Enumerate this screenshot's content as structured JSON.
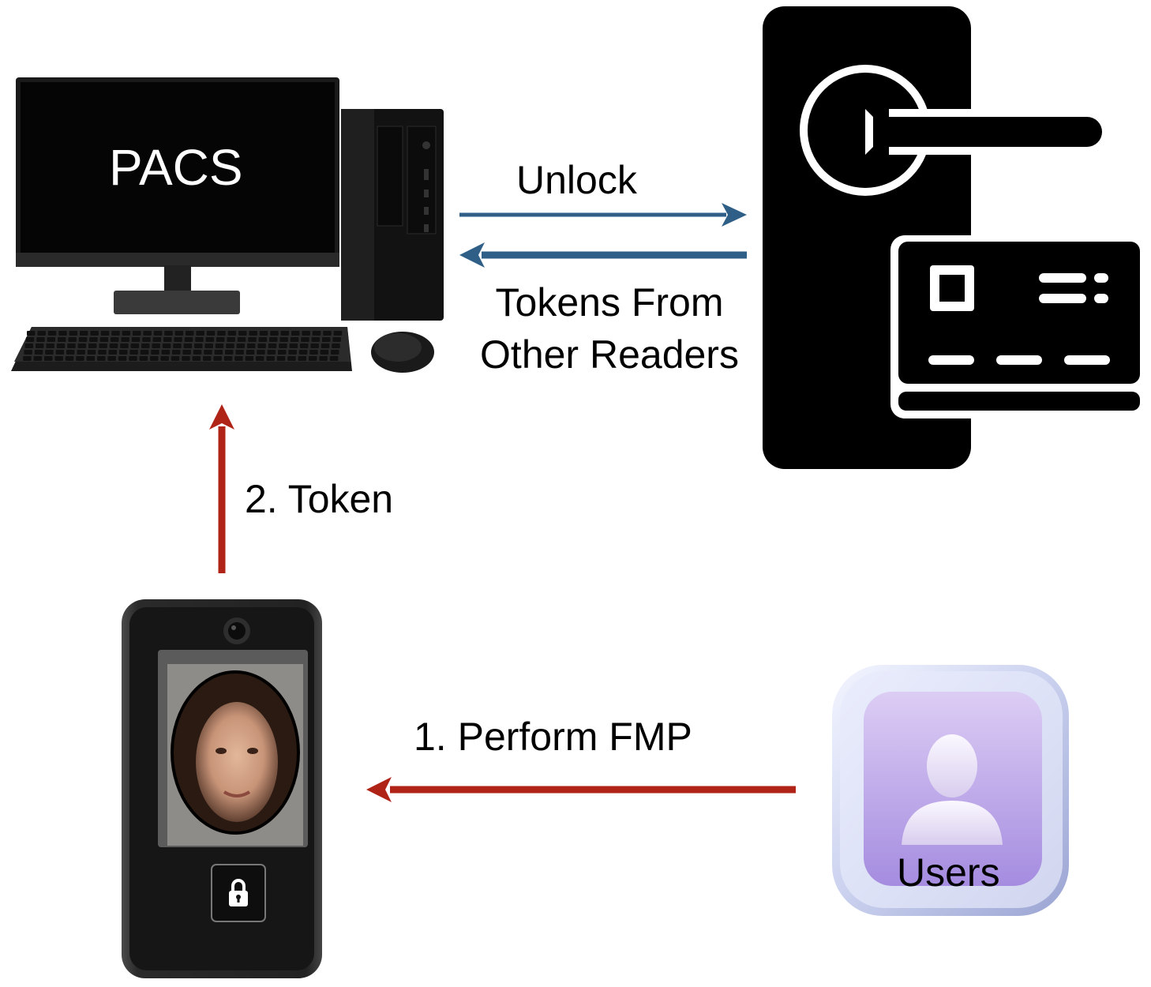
{
  "nodes": {
    "pacs": {
      "label": "PACS"
    },
    "users": {
      "label": "Users"
    }
  },
  "edges": {
    "unlock": {
      "label": "Unlock",
      "color": "#2f5f86"
    },
    "tokens_from_other_readers": {
      "line1": "Tokens From",
      "line2": "Other Readers",
      "color": "#2f5f86"
    },
    "token": {
      "label": "2. Token",
      "color": "#b02418"
    },
    "perform_fmp": {
      "label": "1. Perform FMP",
      "color": "#b02418"
    }
  },
  "icons": {
    "computer": "desktop-computer-icon",
    "door": "door-lock-card-reader-icon",
    "face_reader": "face-recognition-terminal-icon",
    "users": "user-avatar-tile-icon"
  }
}
